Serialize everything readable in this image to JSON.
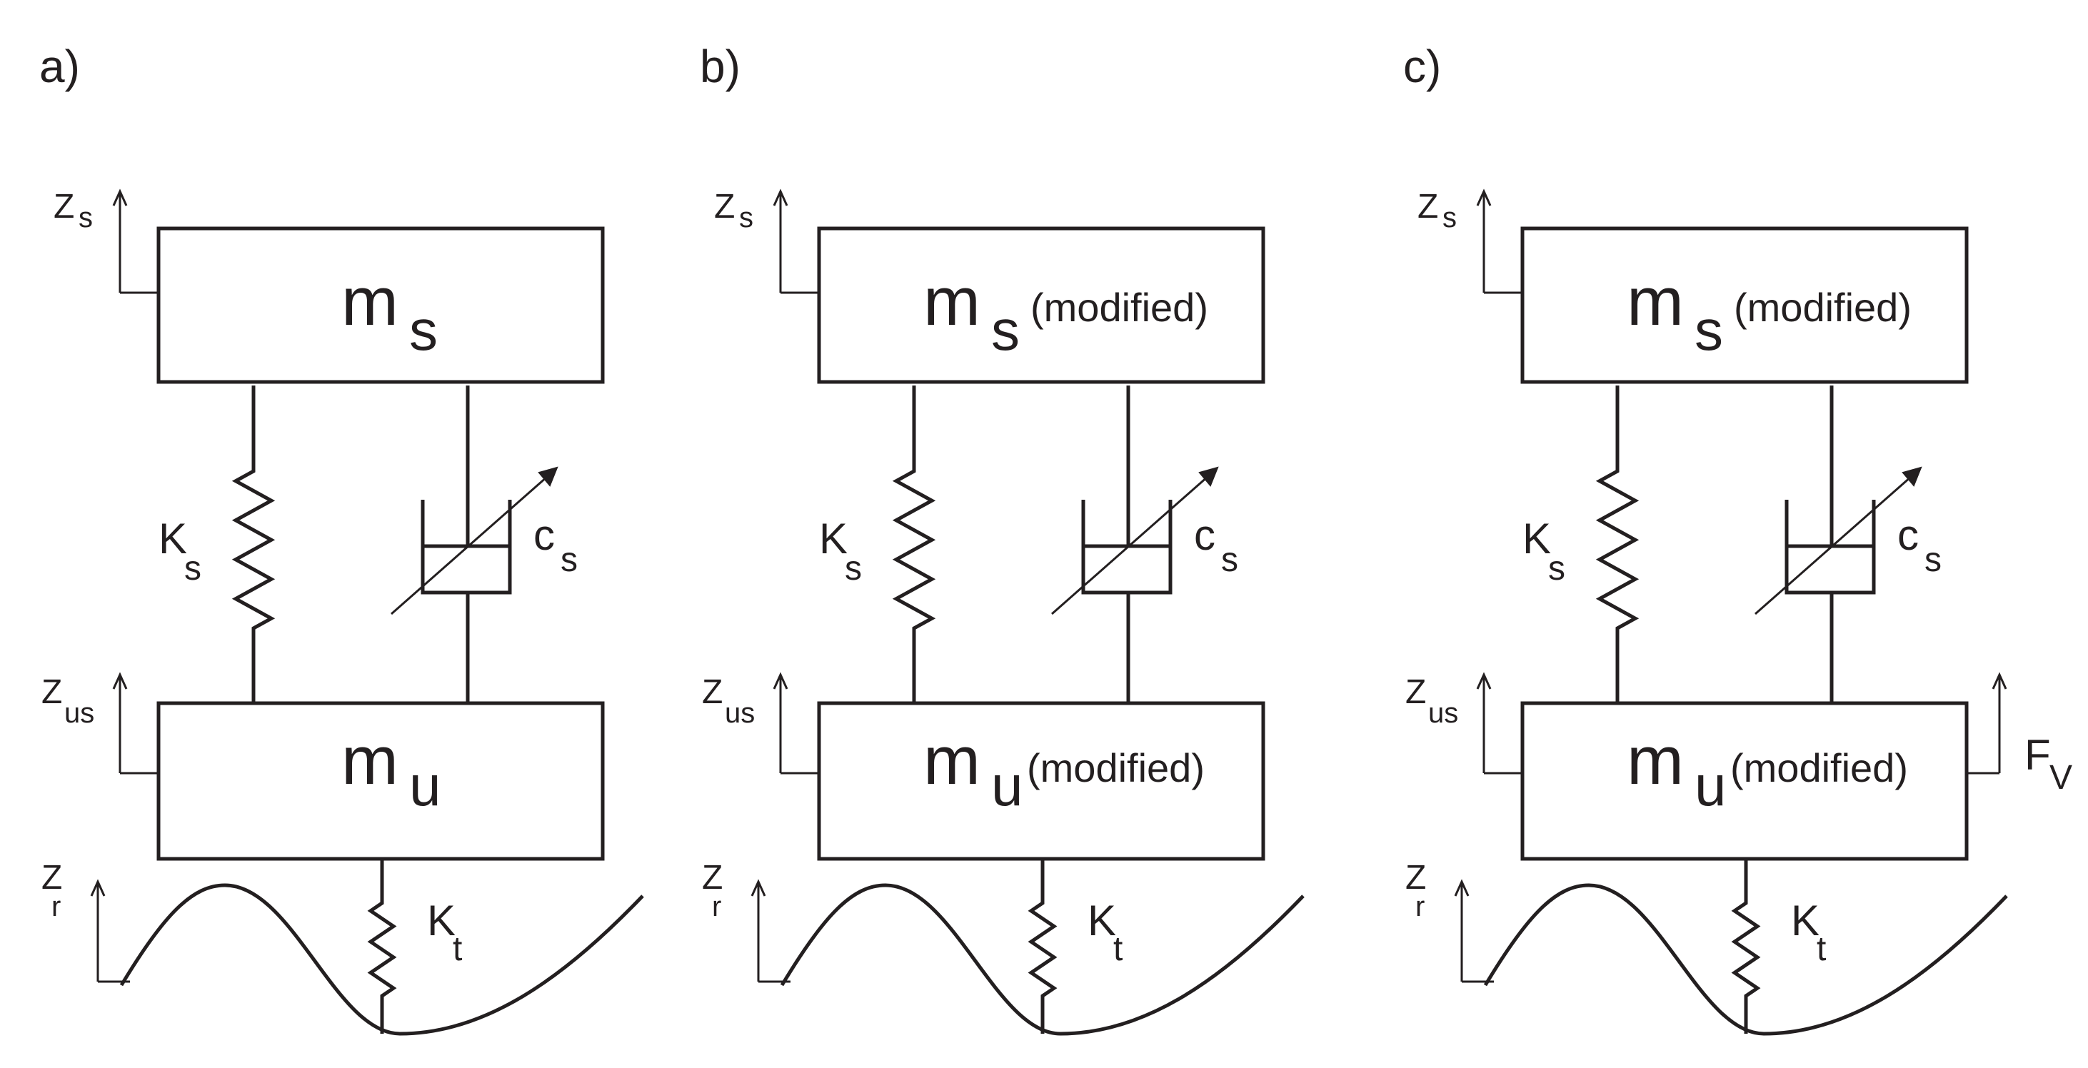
{
  "panels": [
    {
      "label": "a)",
      "sprung_mass": {
        "symbol": "m",
        "subscript": "s",
        "note": ""
      },
      "unsprung_mass": {
        "symbol": "m",
        "subscript": "u",
        "note": ""
      },
      "spring": {
        "symbol": "K",
        "subscript": "s"
      },
      "damper": {
        "symbol": "c",
        "subscript": "s"
      },
      "tire": {
        "symbol": "K",
        "subscript": "t"
      },
      "z_sprung": {
        "symbol": "Z",
        "subscript": "s"
      },
      "z_unsprung": {
        "symbol": "Z",
        "subscript": "us"
      },
      "z_road": {
        "symbol": "Z",
        "subscript": "r"
      },
      "force": null
    },
    {
      "label": "b)",
      "sprung_mass": {
        "symbol": "m",
        "subscript": "s",
        "note": "(modified)"
      },
      "unsprung_mass": {
        "symbol": "m",
        "subscript": "u",
        "note": "(modified)"
      },
      "spring": {
        "symbol": "K",
        "subscript": "s"
      },
      "damper": {
        "symbol": "c",
        "subscript": "s"
      },
      "tire": {
        "symbol": "K",
        "subscript": "t"
      },
      "z_sprung": {
        "symbol": "Z",
        "subscript": "s"
      },
      "z_unsprung": {
        "symbol": "Z",
        "subscript": "us"
      },
      "z_road": {
        "symbol": "Z",
        "subscript": "r"
      },
      "force": null
    },
    {
      "label": "c)",
      "sprung_mass": {
        "symbol": "m",
        "subscript": "s",
        "note": "(modified)"
      },
      "unsprung_mass": {
        "symbol": "m",
        "subscript": "u",
        "note": "(modified)"
      },
      "spring": {
        "symbol": "K",
        "subscript": "s"
      },
      "damper": {
        "symbol": "c",
        "subscript": "s"
      },
      "tire": {
        "symbol": "K",
        "subscript": "t"
      },
      "z_sprung": {
        "symbol": "Z",
        "subscript": "s"
      },
      "z_unsprung": {
        "symbol": "Z",
        "subscript": "us"
      },
      "z_road": {
        "symbol": "Z",
        "subscript": "r"
      },
      "force": {
        "symbol": "F",
        "subscript": "V"
      }
    }
  ]
}
